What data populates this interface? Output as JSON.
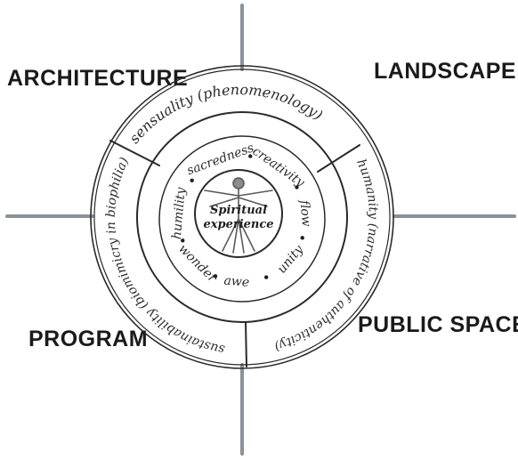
{
  "quadrants": {
    "top_left": "ARCHITECTURE",
    "top_right": "LANDSCAPE",
    "bottom_left": "PROGRAM",
    "bottom_right": "PUBLIC SPACE"
  },
  "outer_ring": {
    "top": "sensuality (phenomenology)",
    "right": "humanity (narrative of authenticity)",
    "left": "sustainability (biomimicry in biophilia)"
  },
  "inner_ring": {
    "words": [
      "sacredness",
      "creativity",
      "flow",
      "unity",
      "awe",
      "wonder",
      "humility"
    ]
  },
  "center": {
    "line1": "Spiritual",
    "line2": "experience",
    "figure_icon": "vitruvian-man-icon"
  },
  "colors": {
    "ink": "#2a2a2a",
    "axis_line": "#8a9198",
    "background": "#ffffff"
  }
}
